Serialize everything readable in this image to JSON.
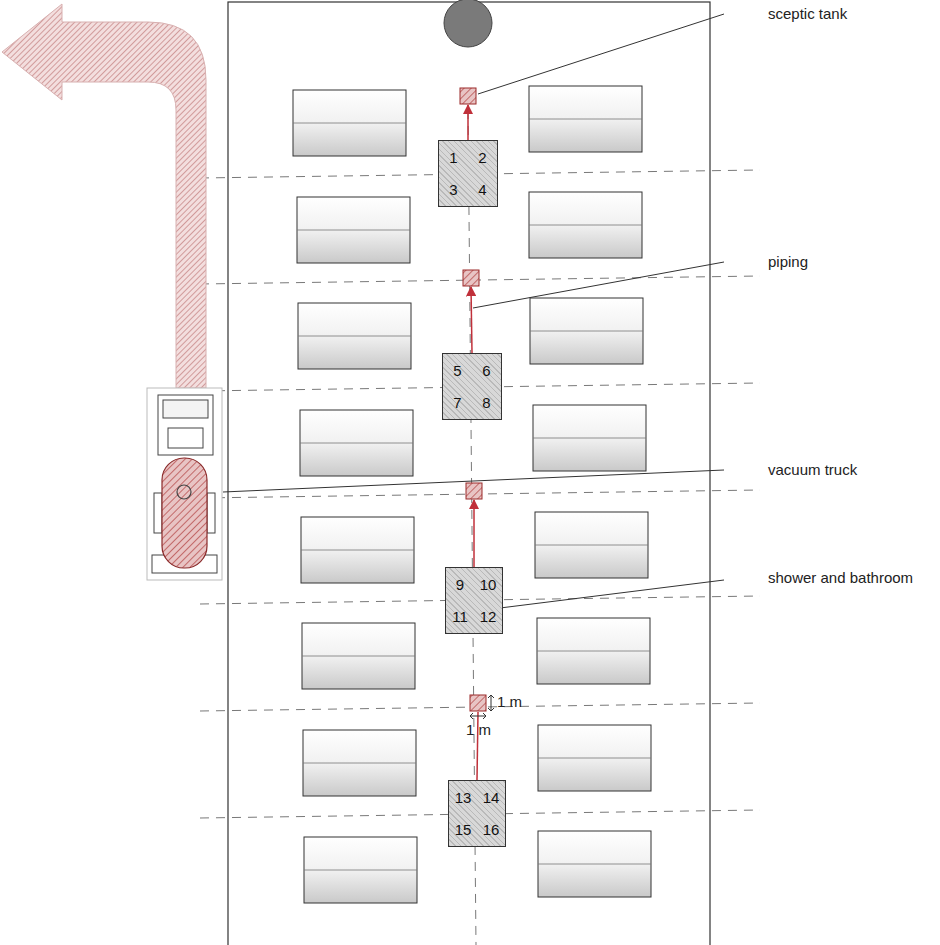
{
  "diagram": {
    "nodes": [
      {
        "text": [
          "1",
          "2",
          "3",
          "4"
        ]
      },
      {
        "text": [
          "5",
          "6",
          "7",
          "8"
        ]
      },
      {
        "text": [
          "9",
          "10",
          "11",
          "12"
        ]
      },
      {
        "text": [
          "13",
          "14",
          "15",
          "16"
        ]
      }
    ],
    "labels": [
      "sceptic tank",
      "piping",
      "vacuum truck",
      "shower and bathroom",
      "1 m",
      "1 m"
    ]
  }
}
